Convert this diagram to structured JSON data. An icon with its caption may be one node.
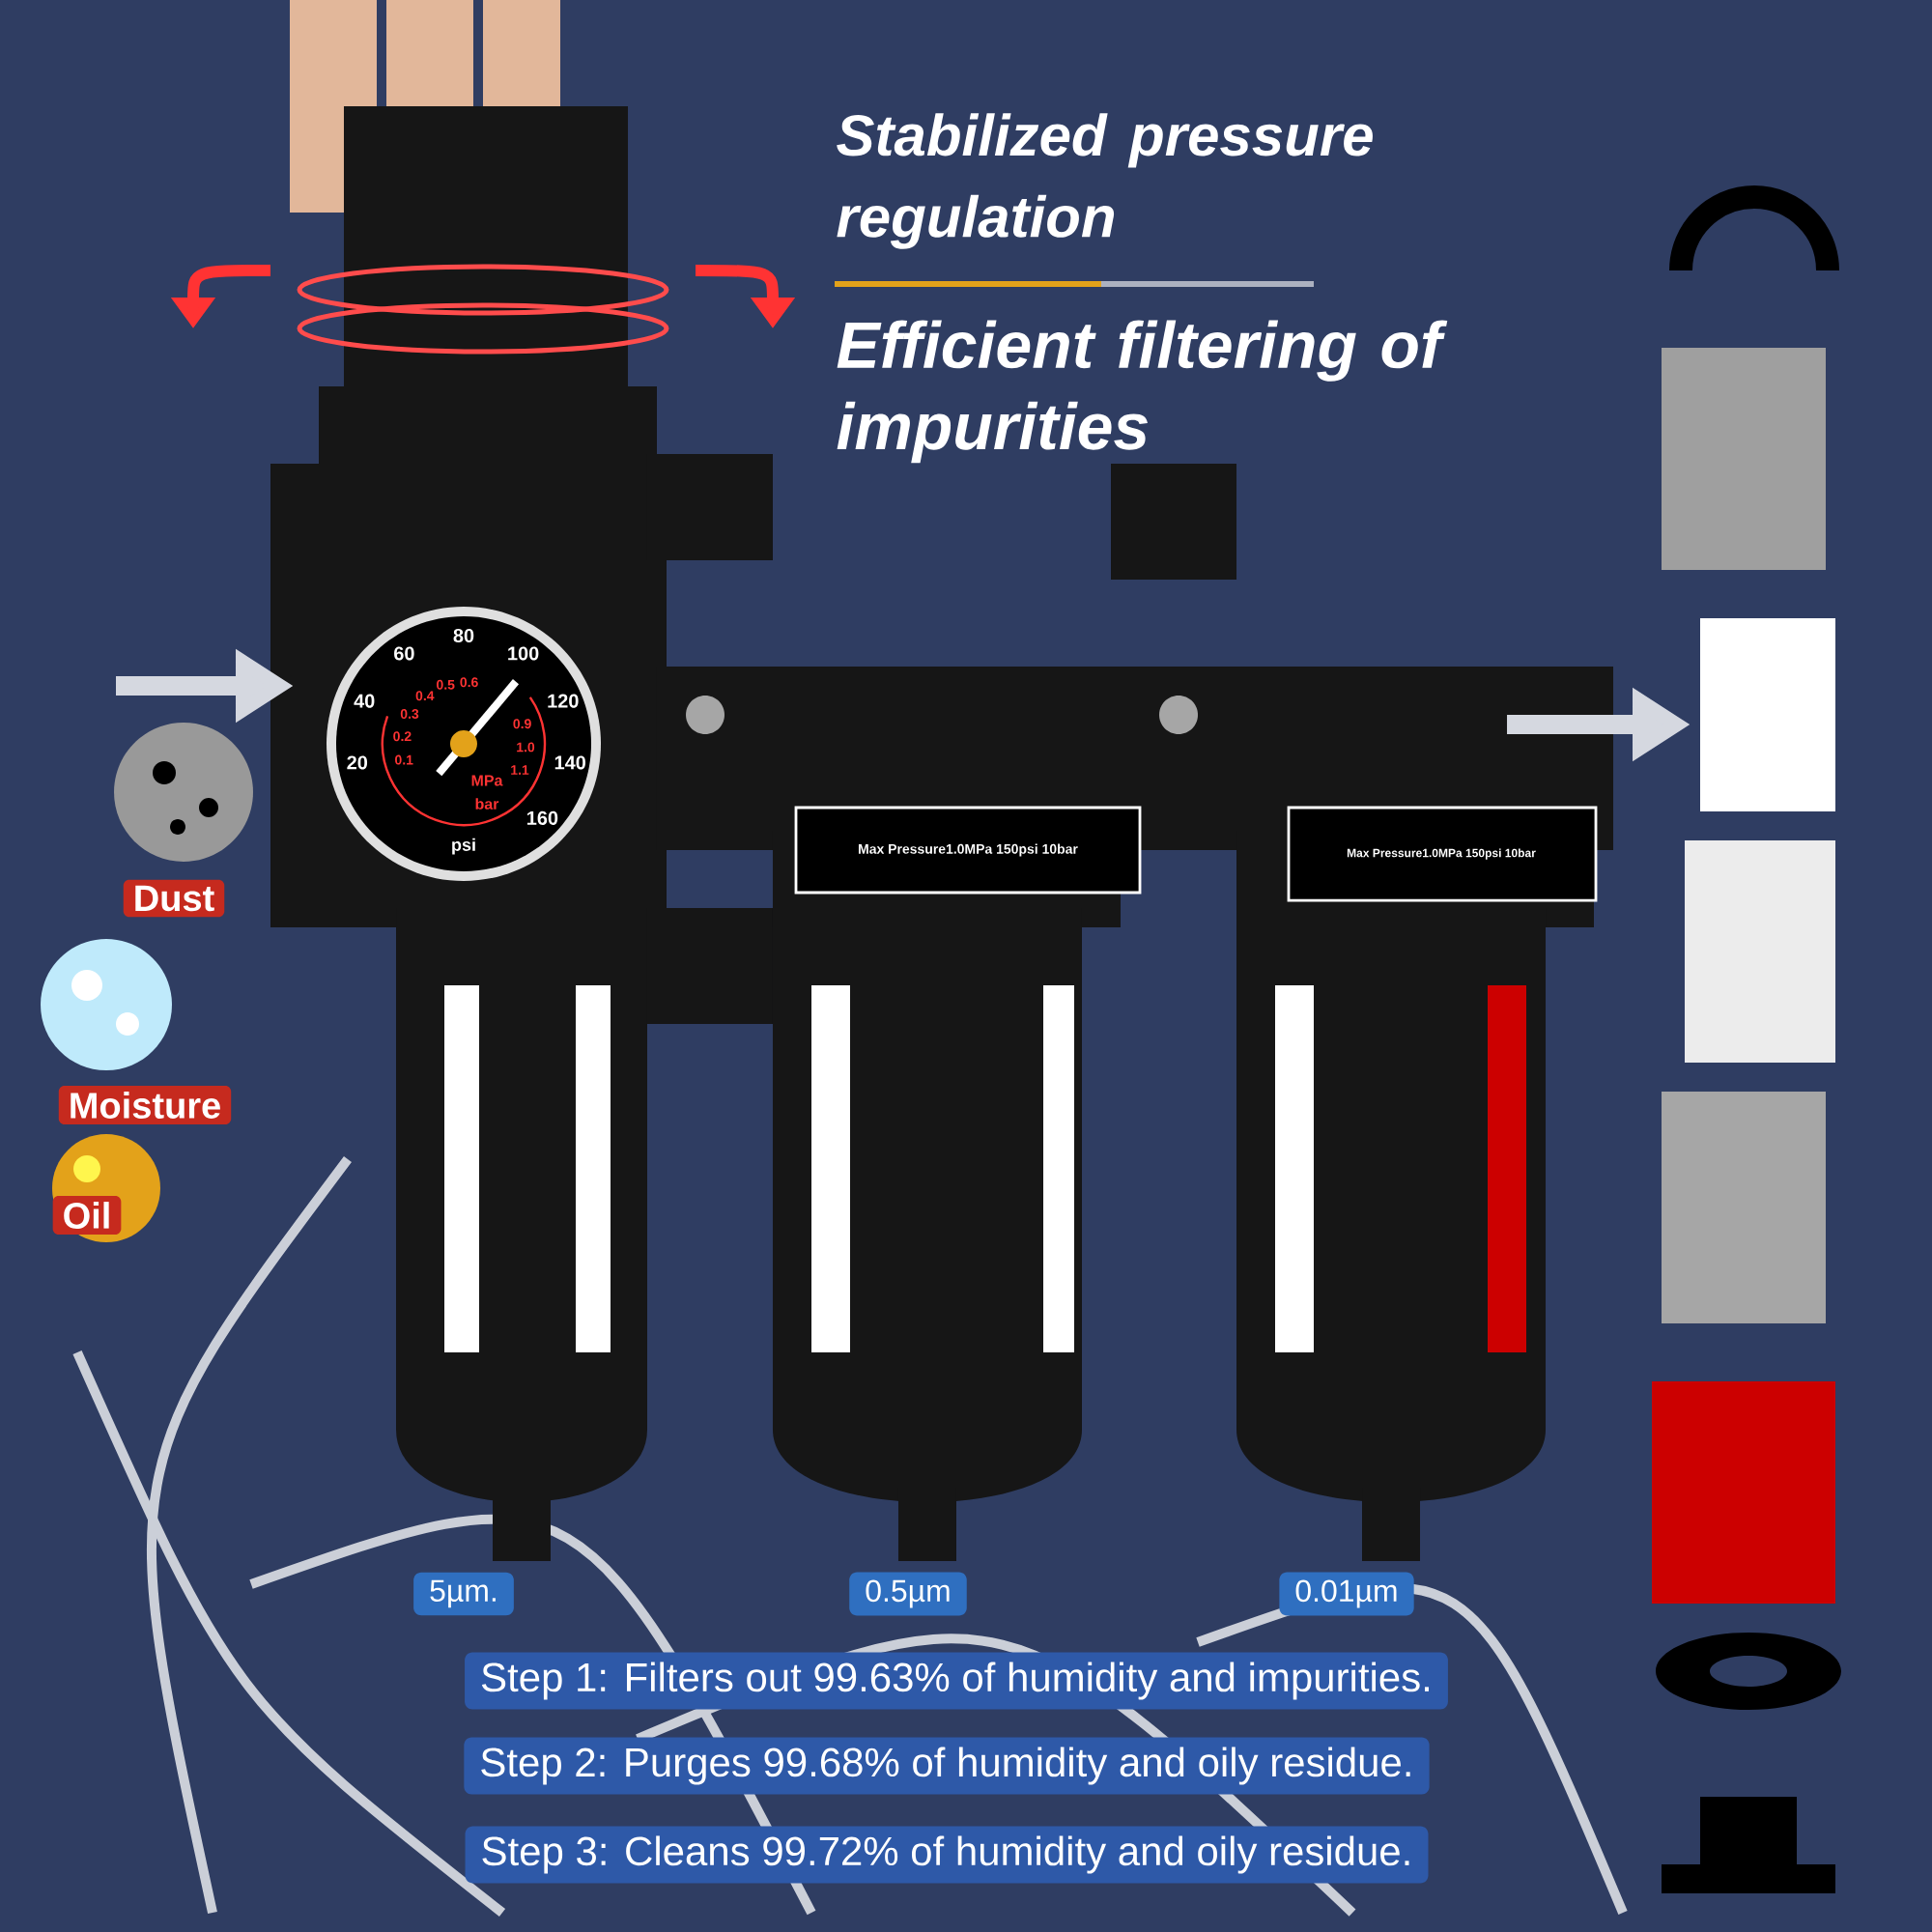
{
  "diagram": {
    "title": "Stabilized pressure regulation",
    "nodes": [
      {
        "text": [
          "Dust"
        ]
      },
      {
        "text": [
          "Moisture"
        ]
      },
      {
        "text": [
          "Oil"
        ]
      },
      {
        "text": [
          "5µm."
        ]
      },
      {
        "text": [
          "0.5µm"
        ]
      },
      {
        "text": [
          "0.01µm"
        ]
      },
      {
        "text": [
          "Step 1: Filters out 99.63% of humidity and impurities."
        ]
      },
      {
        "text": [
          "Step 2: Purges 99.68% of humidity and oily residue."
        ]
      },
      {
        "text": [
          "Step 3: Cleans 99.72% of humidity and oily residue."
        ]
      }
    ],
    "labels": [
      "Efficient filtering of impurities",
      "20",
      "40",
      "60",
      "80",
      "100",
      "120",
      "140",
      "160",
      "0.1",
      "0.2",
      "0.3",
      "0.4",
      "0.5",
      "0.6",
      "0.9",
      "1.0",
      "1.1",
      "MPa",
      "bar",
      "psi",
      "Max Pressure1.0MPa 150psi 10bar",
      "Max Pressure1.0MPa 150psi 10bar"
    ]
  }
}
